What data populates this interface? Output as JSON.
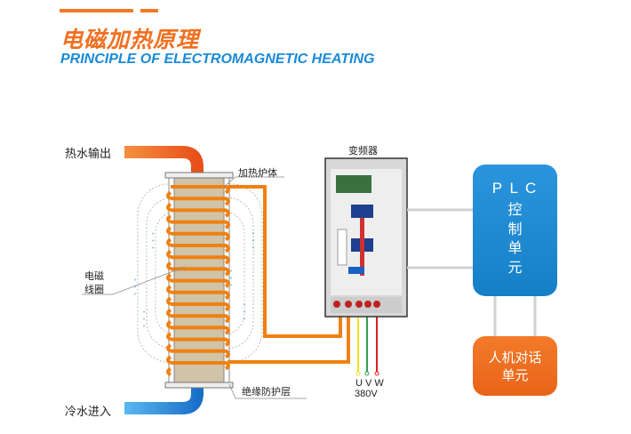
{
  "title_cn": "电磁加热原理",
  "title_en": "PRINCIPLE OF ELECTROMAGNETIC HEATING",
  "labels": {
    "hot_out": "热水输出",
    "cold_in": "冷水进入",
    "furnace": "加热炉体",
    "coil_line1": "电磁",
    "coil_line2": "线圈",
    "insulation": "绝缘防护层",
    "inverter": "变频器",
    "uvw": "U V W",
    "voltage": "380V"
  },
  "plc": {
    "title": "P L C",
    "chars": [
      "控",
      "制",
      "单",
      "元"
    ]
  },
  "hmi": {
    "line1": "人机对话",
    "line2": "单元"
  },
  "colors": {
    "orange": "#f07020",
    "blue": "#1a8ad8",
    "coil": "#f08010"
  }
}
